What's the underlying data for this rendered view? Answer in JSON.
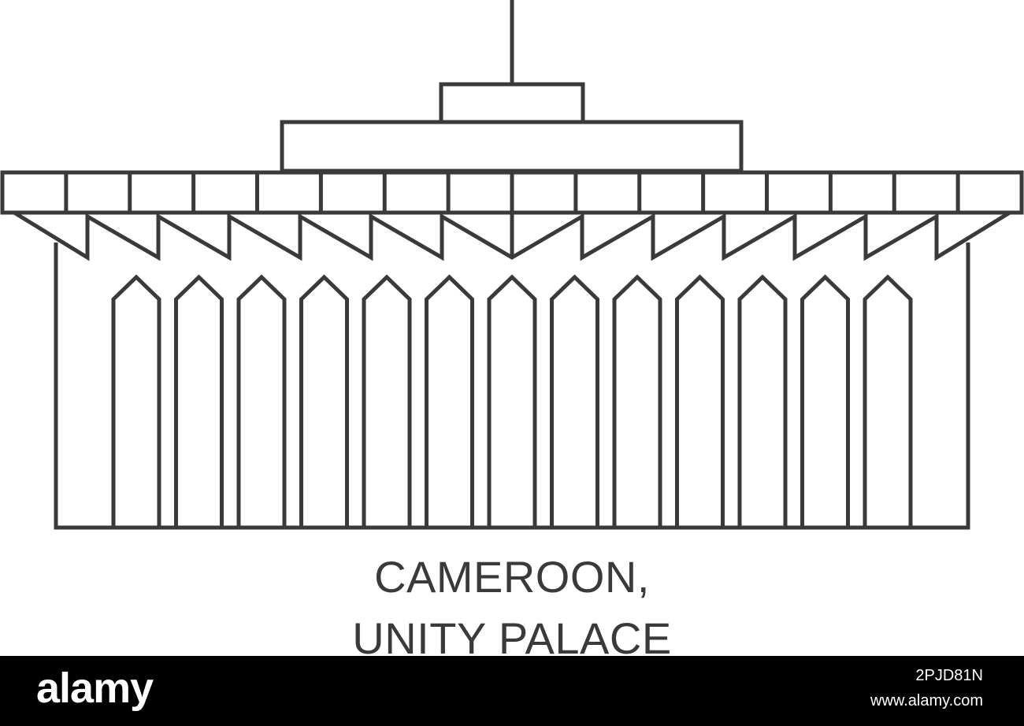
{
  "caption": {
    "line1": "CAMEROON,",
    "line2": "UNITY PALACE"
  },
  "stock_bar": {
    "brand": "alamy",
    "image_id": "2PJD81N",
    "url": "www.alamy.com"
  },
  "colors": {
    "stroke": "#3a3a3a",
    "background": "#ffffff",
    "bar": "#000000"
  },
  "icons": [
    "unity-palace-landmark-icon"
  ]
}
